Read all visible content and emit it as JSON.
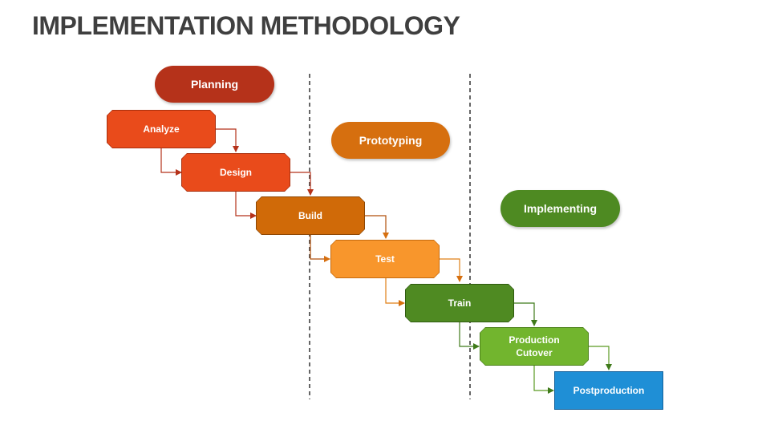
{
  "title": "IMPLEMENTATION METHODOLOGY",
  "phases": {
    "planning": {
      "label": "Planning",
      "color": "#b5321a"
    },
    "prototyping": {
      "label": "Prototyping",
      "color": "#d66f0f"
    },
    "implementing": {
      "label": "Implementing",
      "color": "#4e8a22"
    }
  },
  "steps": {
    "analyze": {
      "label": "Analyze",
      "color": "#e94b1b",
      "border": "#a92f0d"
    },
    "design": {
      "label": "Design",
      "color": "#e94b1b",
      "border": "#a92f0d"
    },
    "build": {
      "label": "Build",
      "color": "#d06a08",
      "border": "#8c4604"
    },
    "test": {
      "label": "Test",
      "color": "#f8962c",
      "border": "#c56a0e"
    },
    "train": {
      "label": "Train",
      "color": "#4f8a22",
      "border": "#2f5a10"
    },
    "production_cutover": {
      "label": "Production\nCutover",
      "color": "#72b52e",
      "border": "#4a8018"
    },
    "postproduction": {
      "label": "Postproduction",
      "color": "#1f8fd6",
      "border": "#13609a"
    }
  }
}
